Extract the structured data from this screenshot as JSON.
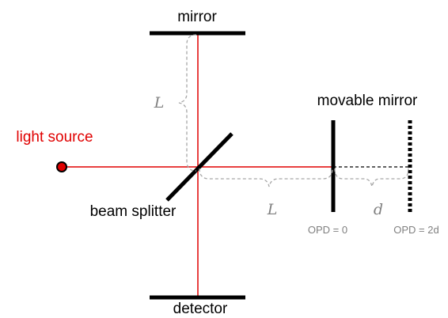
{
  "labels": {
    "top_mirror": "mirror",
    "movable_mirror": "movable mirror",
    "light_source": "light source",
    "beam_splitter": "beam splitter",
    "detector": "detector",
    "length_vertical": "L",
    "length_horizontal": "L",
    "displacement": "d",
    "opd_zero": "OPD = 0",
    "opd_2d": "OPD = 2d"
  },
  "colors": {
    "beam": "#e00000",
    "source_fill": "#e00000",
    "optics": "#000000",
    "brace": "#a6a6a6",
    "annotation": "#808080",
    "light_source_label": "#e00000"
  }
}
